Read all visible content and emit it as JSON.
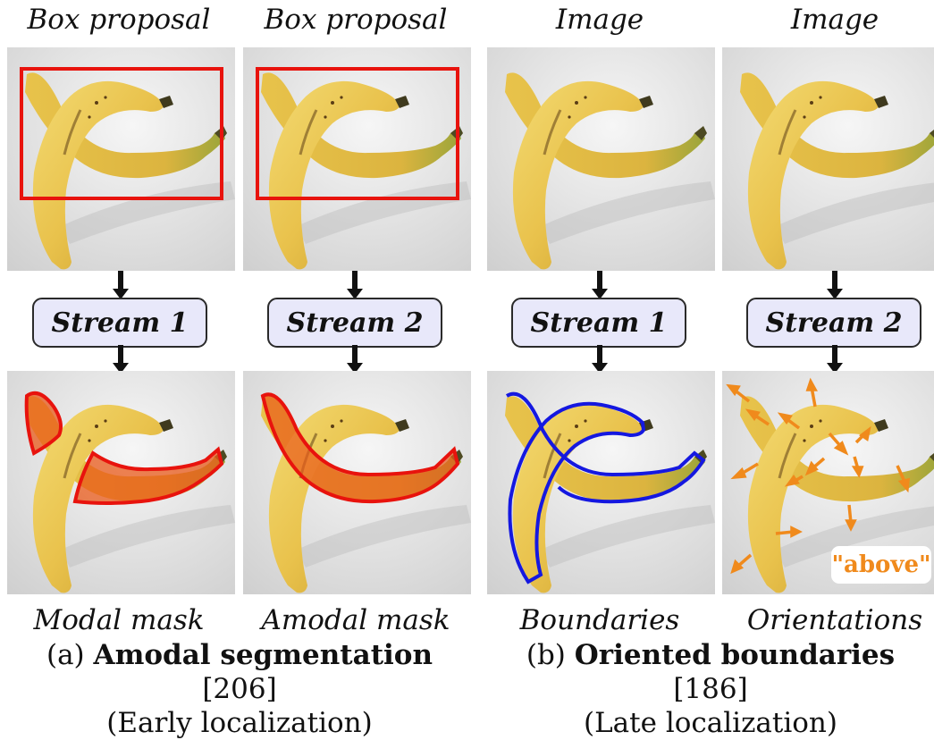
{
  "columns": [
    {
      "top_label": "Box proposal",
      "stream_label": "Stream 1",
      "bottom_label": "Modal mask"
    },
    {
      "top_label": "Box proposal",
      "stream_label": "Stream 2",
      "bottom_label": "Amodal mask"
    },
    {
      "top_label": "Image",
      "stream_label": "Stream 1",
      "bottom_label": "Boundaries"
    },
    {
      "top_label": "Image",
      "stream_label": "Stream 2",
      "bottom_label": "Orientations"
    }
  ],
  "captions": [
    {
      "prefix": "(a) ",
      "bold": "Amodal segmentation",
      "ref": " [206]",
      "sub": "(Early localization)"
    },
    {
      "prefix": "(b) ",
      "bold": "Oriented boundaries",
      "ref": " [186]",
      "sub": "(Late localization)"
    }
  ],
  "badge_text": "\"above\"",
  "colors": {
    "box_red": "#e8130d",
    "mask_fill": "#ea5a1a",
    "boundary_blue": "#1518e0",
    "orientation_orange": "#f08a1c",
    "stream_fill": "#e8e8fa"
  }
}
